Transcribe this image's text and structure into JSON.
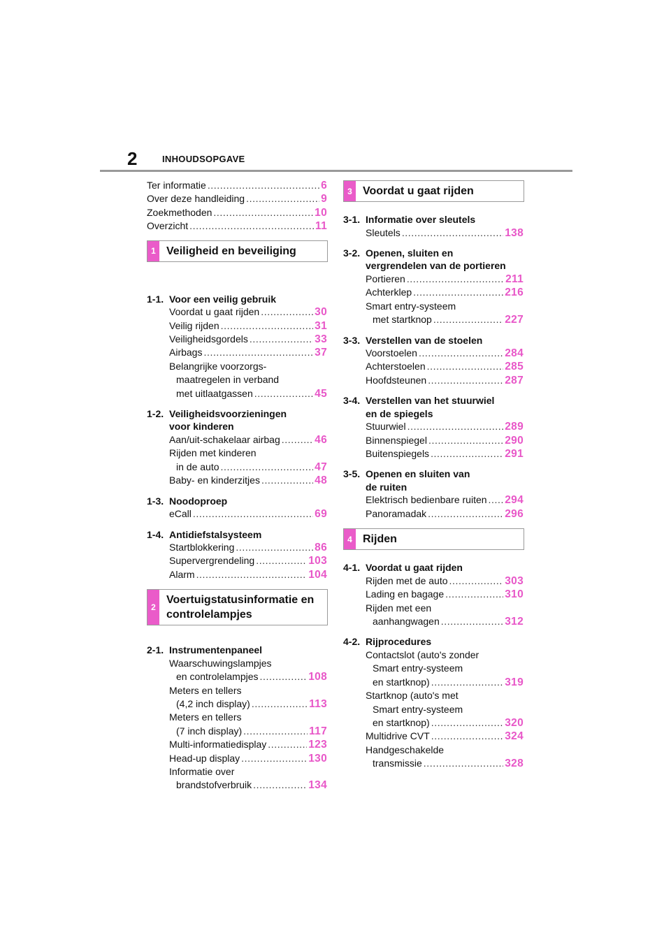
{
  "header": {
    "page_number": "2",
    "running_title": "INHOUDSOPGAVE"
  },
  "intro": [
    {
      "text": "Ter informatie",
      "page": "6"
    },
    {
      "text": "Over deze handleiding",
      "page": "9"
    },
    {
      "text": "Zoekmethoden",
      "page": "10"
    },
    {
      "text": "Overzicht",
      "page": "11"
    }
  ],
  "chapters": {
    "c1": {
      "num": "1",
      "title_lines": [
        "Veiligheid en beveiliging"
      ]
    },
    "c2": {
      "num": "2",
      "title_lines": [
        "Voertuigstatusinformatie en",
        "controlelampjes"
      ]
    },
    "c3": {
      "num": "3",
      "title_lines": [
        "Voordat u gaat rijden"
      ]
    },
    "c4": {
      "num": "4",
      "title_lines": [
        "Rijden"
      ]
    }
  },
  "sections": {
    "s1_1": {
      "num": "1-1.",
      "lines": [
        "Voor een veilig gebruik"
      ]
    },
    "s1_2": {
      "num": "1-2.",
      "lines": [
        "Veiligheidsvoorzieningen",
        "voor kinderen"
      ]
    },
    "s1_3": {
      "num": "1-3.",
      "lines": [
        "Noodoproep"
      ]
    },
    "s1_4": {
      "num": "1-4.",
      "lines": [
        "Antidiefstalsysteem"
      ]
    },
    "s2_1": {
      "num": "2-1.",
      "lines": [
        "Instrumentenpaneel"
      ]
    },
    "s3_1": {
      "num": "3-1.",
      "lines": [
        "Informatie over sleutels"
      ]
    },
    "s3_2": {
      "num": "3-2.",
      "lines": [
        "Openen, sluiten en",
        "vergrendelen van de portieren"
      ]
    },
    "s3_3": {
      "num": "3-3.",
      "lines": [
        "Verstellen van de stoelen"
      ]
    },
    "s3_4": {
      "num": "3-4.",
      "lines": [
        "Verstellen van het stuurwiel",
        "en de spiegels"
      ]
    },
    "s3_5": {
      "num": "3-5.",
      "lines": [
        "Openen en sluiten van",
        "de ruiten"
      ]
    },
    "s4_1": {
      "num": "4-1.",
      "lines": [
        "Voordat u gaat rijden"
      ]
    },
    "s4_2": {
      "num": "4-2.",
      "lines": [
        "Rijprocedures"
      ]
    }
  },
  "entries": {
    "s1_1": [
      {
        "lines": [
          "Voordat u gaat rijden"
        ],
        "page": "30"
      },
      {
        "lines": [
          "Veilig rijden"
        ],
        "page": "31"
      },
      {
        "lines": [
          "Veiligheidsgordels"
        ],
        "page": "33"
      },
      {
        "lines": [
          "Airbags"
        ],
        "page": "37"
      },
      {
        "lines": [
          "Belangrijke voorzorgs-",
          "maatregelen in verband",
          "met uitlaatgassen"
        ],
        "page": "45"
      }
    ],
    "s1_2": [
      {
        "lines": [
          "Aan/uit-schakelaar airbag"
        ],
        "page": "46"
      },
      {
        "lines": [
          "Rijden met kinderen",
          "in de auto"
        ],
        "page": "47"
      },
      {
        "lines": [
          "Baby- en kinderzitjes"
        ],
        "page": "48"
      }
    ],
    "s1_3": [
      {
        "lines": [
          "eCall"
        ],
        "page": "69"
      }
    ],
    "s1_4": [
      {
        "lines": [
          "Startblokkering"
        ],
        "page": "86"
      },
      {
        "lines": [
          "Supervergrendeling"
        ],
        "page": "103"
      },
      {
        "lines": [
          "Alarm"
        ],
        "page": "104"
      }
    ],
    "s2_1": [
      {
        "lines": [
          "Waarschuwingslampjes",
          "en controlelampjes"
        ],
        "page": "108"
      },
      {
        "lines": [
          "Meters en tellers",
          "(4,2 inch display)"
        ],
        "page": "113"
      },
      {
        "lines": [
          "Meters en tellers",
          "(7 inch display)"
        ],
        "page": "117"
      },
      {
        "lines": [
          "Multi-informatiedisplay"
        ],
        "page": "123"
      },
      {
        "lines": [
          "Head-up display"
        ],
        "page": "130"
      },
      {
        "lines": [
          "Informatie over",
          "brandstofverbruik"
        ],
        "page": "134"
      }
    ],
    "s3_1": [
      {
        "lines": [
          "Sleutels"
        ],
        "page": "138"
      }
    ],
    "s3_2": [
      {
        "lines": [
          "Portieren"
        ],
        "page": "211"
      },
      {
        "lines": [
          "Achterklep"
        ],
        "page": "216"
      },
      {
        "lines": [
          "Smart entry-systeem",
          "met startknop"
        ],
        "page": "227"
      }
    ],
    "s3_3": [
      {
        "lines": [
          "Voorstoelen"
        ],
        "page": "284"
      },
      {
        "lines": [
          "Achterstoelen"
        ],
        "page": "285"
      },
      {
        "lines": [
          "Hoofdsteunen"
        ],
        "page": "287"
      }
    ],
    "s3_4": [
      {
        "lines": [
          "Stuurwiel"
        ],
        "page": "289"
      },
      {
        "lines": [
          "Binnenspiegel"
        ],
        "page": "290"
      },
      {
        "lines": [
          "Buitenspiegels"
        ],
        "page": "291"
      }
    ],
    "s3_5": [
      {
        "lines": [
          "Elektrisch bedienbare ruiten"
        ],
        "page": "294"
      },
      {
        "lines": [
          "Panoramadak"
        ],
        "page": "296"
      }
    ],
    "s4_1": [
      {
        "lines": [
          "Rijden met de auto"
        ],
        "page": "303"
      },
      {
        "lines": [
          "Lading en bagage"
        ],
        "page": "310"
      },
      {
        "lines": [
          "Rijden met een",
          "aanhangwagen"
        ],
        "page": "312"
      }
    ],
    "s4_2": [
      {
        "lines": [
          "Contactslot (auto's zonder",
          "Smart entry-systeem",
          "en startknop)"
        ],
        "page": "319"
      },
      {
        "lines": [
          "Startknop (auto's met",
          "Smart entry-systeem",
          "en startknop)"
        ],
        "page": "320"
      },
      {
        "lines": [
          "Multidrive CVT"
        ],
        "page": "324"
      },
      {
        "lines": [
          "Handgeschakelde",
          "transmissie"
        ],
        "page": "328"
      }
    ]
  },
  "colors": {
    "accent_pink": "#ea5bc9",
    "rule_gray": "#9a9a9a"
  }
}
